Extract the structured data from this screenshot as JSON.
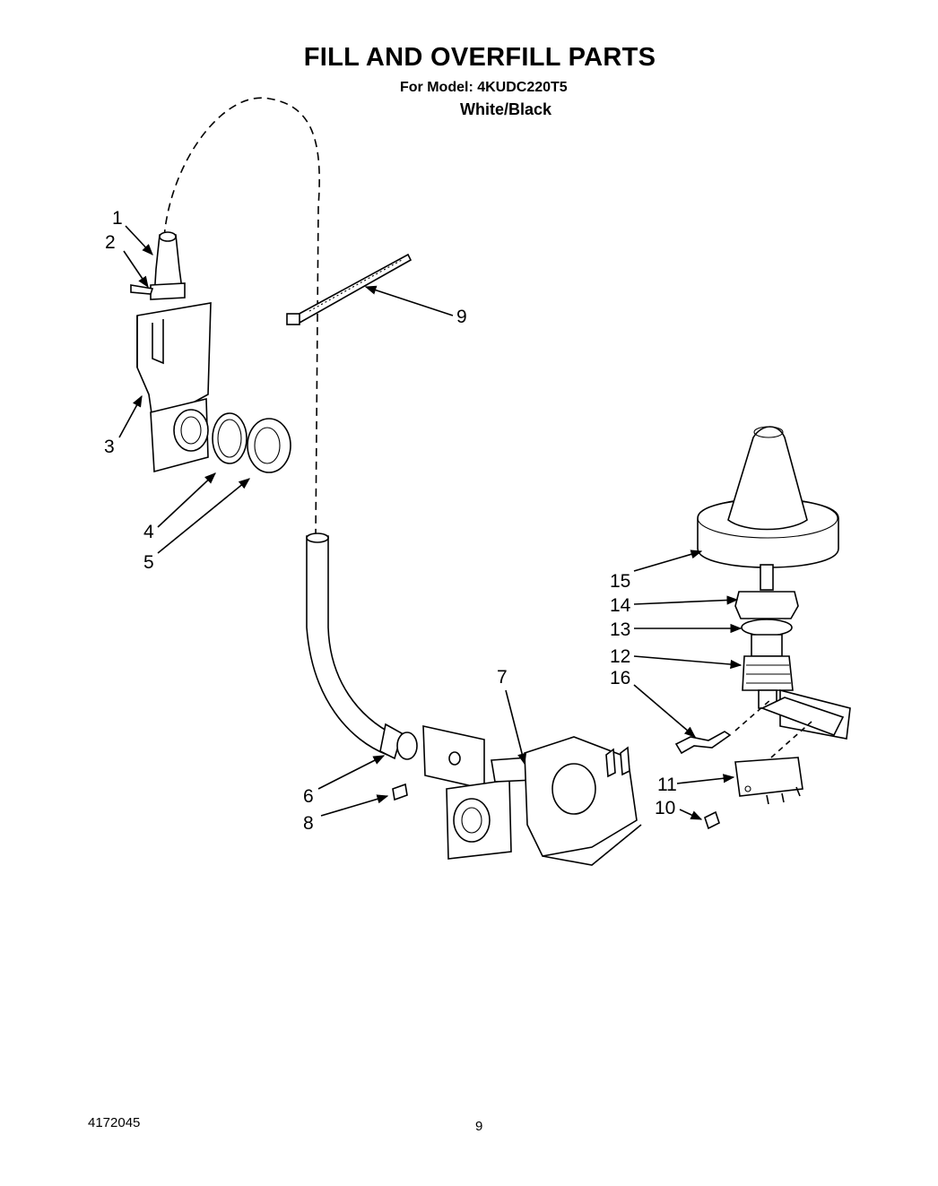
{
  "header": {
    "title": "FILL AND OVERFILL PARTS",
    "model_line": "For Model: 4KUDC220T5",
    "color_line": "White/Black"
  },
  "footer": {
    "doc_number": "4172045",
    "page_number": "9"
  },
  "callouts": {
    "c1": "1",
    "c2": "2",
    "c3": "3",
    "c4": "4",
    "c5": "5",
    "c6": "6",
    "c7": "7",
    "c8": "8",
    "c9": "9",
    "c10": "10",
    "c11": "11",
    "c12": "12",
    "c13": "13",
    "c14": "14",
    "c15": "15",
    "c16": "16"
  }
}
